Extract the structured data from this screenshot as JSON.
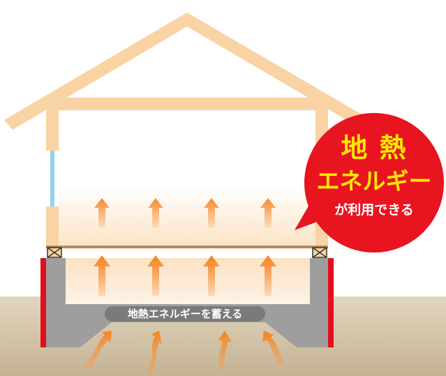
{
  "badge": {
    "line1": "地 熱",
    "line2": "エネルギー",
    "line3": "が利用できる",
    "color_bg": "#e8141f",
    "color_title": "#ffe800",
    "color_sub": "#ffffff"
  },
  "foundation": {
    "label": "地熱エネルギーを蓄える"
  },
  "colors": {
    "wood": "#f9d3a3",
    "roof_outline": "#f5c896",
    "concrete": "#9e9e9e",
    "insulation": "#e30e1b",
    "ground_top": "#d9ccb3",
    "ground_bottom": "#c7b597",
    "arrow_orange": "#f5821f",
    "window_blue": "#8fd4ef"
  },
  "icons": [
    "up-arrow-icon",
    "wavy-arrow-icon",
    "sill-cross-icon"
  ]
}
